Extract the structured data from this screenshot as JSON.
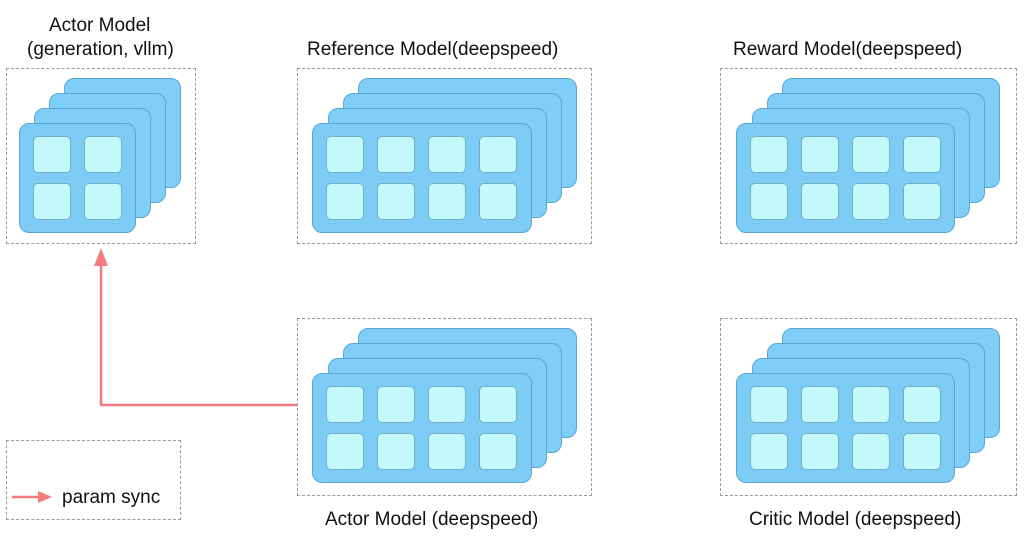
{
  "groups": {
    "actor_gen": {
      "title_line1": "Actor Model",
      "title_line2": "(generation, vllm)"
    },
    "reference": {
      "title": "Reference Model(deepspeed)"
    },
    "reward": {
      "title": "Reward Model(deepspeed)"
    },
    "actor_ds": {
      "title": "Actor Model (deepspeed)"
    },
    "critic": {
      "title": "Critic Model (deepspeed)"
    }
  },
  "legend": {
    "label": "param sync"
  },
  "colors": {
    "card_fill": "#7ecef7",
    "card_border": "#5aa7d2",
    "cell_fill": "#c4f9fb",
    "cell_border": "#6fb0c4",
    "arrow": "#f47c7c",
    "frame_border": "#9a9a9a"
  }
}
